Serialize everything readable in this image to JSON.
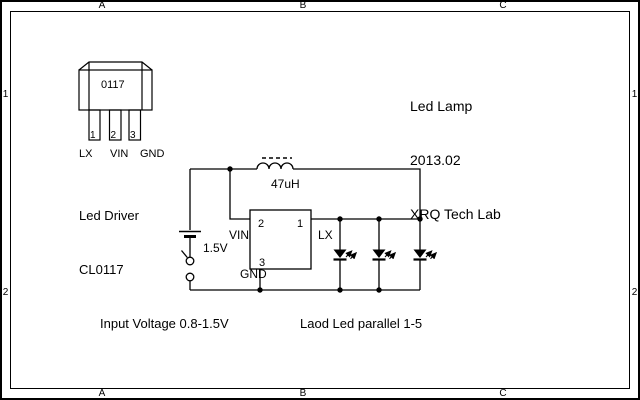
{
  "sheet": {
    "grid_columns": [
      "A",
      "B",
      "C"
    ],
    "grid_rows": [
      "1",
      "2"
    ]
  },
  "title_block": {
    "product": "Led Lamp",
    "date": "2013.02",
    "author": "XRQ Tech Lab"
  },
  "package": {
    "marking": "0117",
    "pins": [
      {
        "number": "1",
        "name": "LX"
      },
      {
        "number": "2",
        "name": "VIN"
      },
      {
        "number": "3",
        "name": "GND"
      }
    ],
    "caption_line1": "Led Driver",
    "caption_line2": "CL0117"
  },
  "circuit": {
    "battery": {
      "label": "1.5V"
    },
    "inductor": {
      "label": "47uH"
    },
    "ic": {
      "pins": [
        {
          "number": "1",
          "name": "LX"
        },
        {
          "number": "2",
          "name": "VIN"
        },
        {
          "number": "3",
          "name": "GND"
        }
      ]
    }
  },
  "notes": {
    "input_voltage": "Input Voltage 0.8-1.5V",
    "load": "Laod Led parallel 1-5"
  },
  "colors": {
    "ink": "#000000",
    "paper": "#ffffff"
  }
}
